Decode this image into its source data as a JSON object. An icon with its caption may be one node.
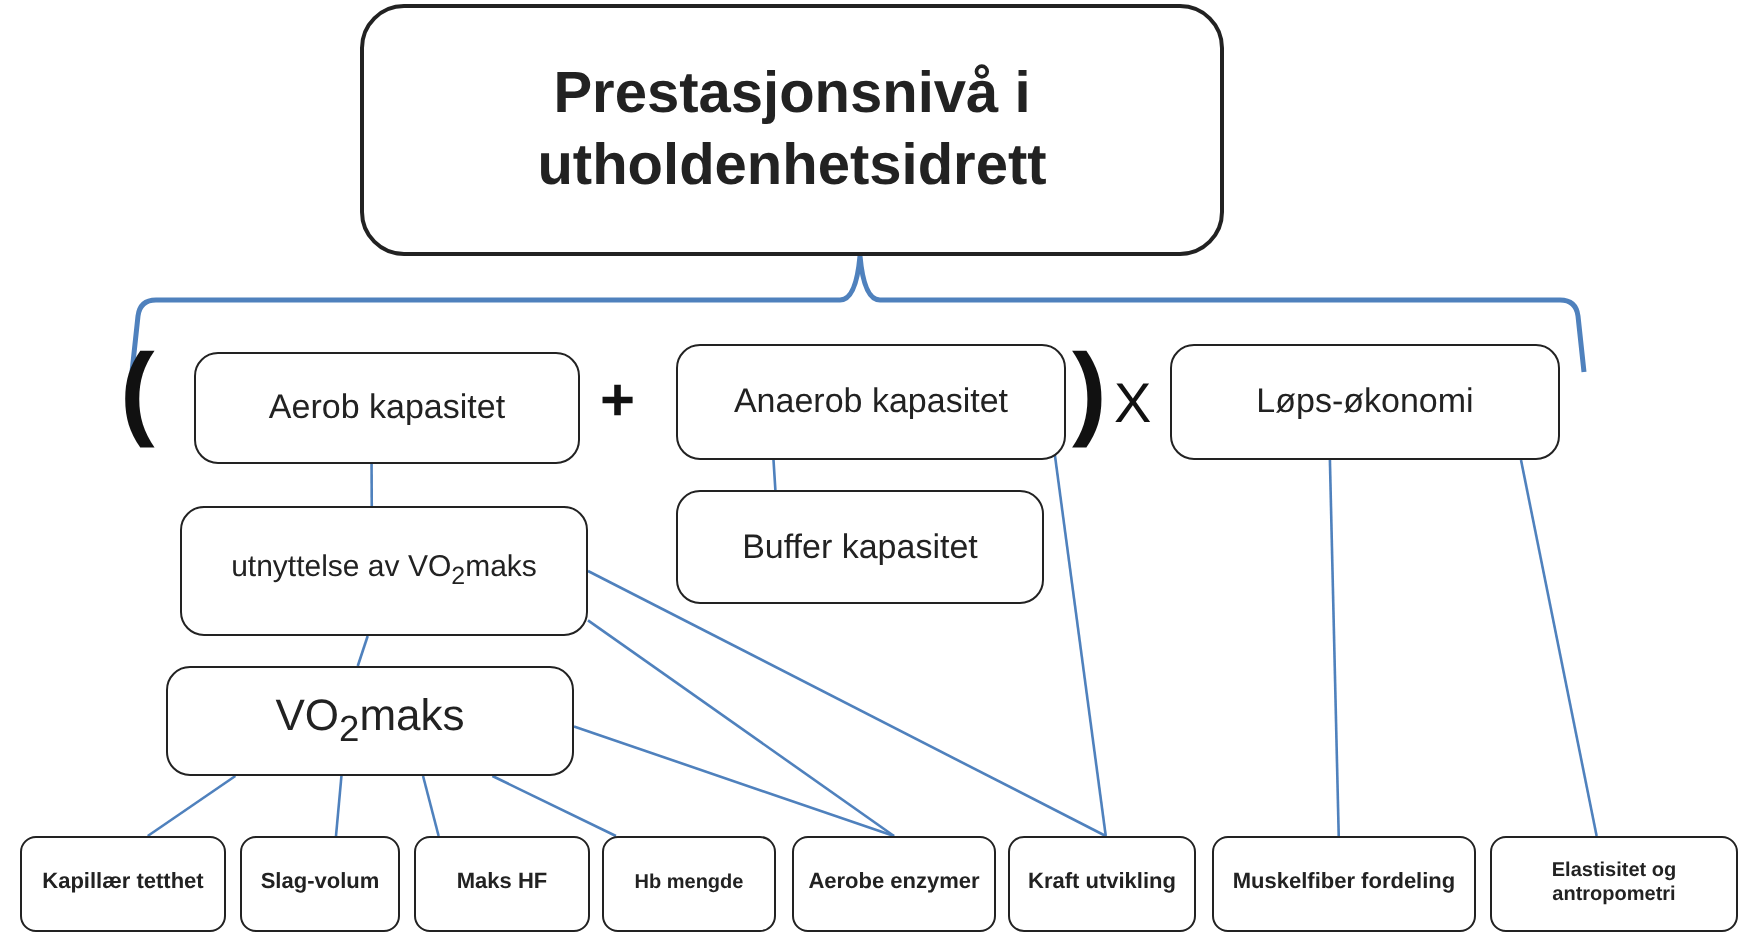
{
  "diagram": {
    "nodes": [
      {
        "text": [
          "Prestasjonsnivå i utholdenhetsidrett"
        ]
      },
      {
        "text": [
          "Aerob kapasitet"
        ]
      },
      {
        "text": [
          "Anaerob kapasitet"
        ]
      },
      {
        "text": [
          "Løps-økonomi"
        ]
      },
      {
        "text": [
          "utnyttelse av VO$_{2}$maks"
        ]
      },
      {
        "text": [
          "Buffer kapasitet"
        ]
      },
      {
        "text": [
          "VO$_{2}$maks"
        ]
      },
      {
        "text": [
          "Kapillær tetthet"
        ]
      },
      {
        "text": [
          "Slag-volum"
        ]
      },
      {
        "text": [
          "Maks HF"
        ]
      },
      {
        "text": [
          "Hb mengde"
        ]
      },
      {
        "text": [
          "Aerobe enzymer"
        ]
      },
      {
        "text": [
          "Kraft utvikling"
        ]
      },
      {
        "text": [
          "Muskelfiber fordeling"
        ]
      },
      {
        "text": [
          "Elastisitet og antropometri"
        ]
      }
    ],
    "edges": [
      {
        "from": 1,
        "to": 4,
        "arrow": "none"
      },
      {
        "from": 4,
        "to": 6,
        "arrow": "none"
      },
      {
        "from": 2,
        "to": 5,
        "arrow": "none"
      },
      {
        "from": 2,
        "to": 12,
        "arrow": "none"
      },
      {
        "from": 4,
        "to": 12,
        "arrow": "none"
      },
      {
        "from": 4,
        "to": 11,
        "arrow": "none"
      },
      {
        "from": 6,
        "to": 11,
        "arrow": "none"
      },
      {
        "from": 6,
        "to": 7,
        "arrow": "none"
      },
      {
        "from": 6,
        "to": 8,
        "arrow": "none"
      },
      {
        "from": 6,
        "to": 9,
        "arrow": "none"
      },
      {
        "from": 6,
        "to": 10,
        "arrow": "none"
      },
      {
        "from": 3,
        "to": 13,
        "arrow": "none"
      },
      {
        "from": 3,
        "to": 14,
        "arrow": "none"
      }
    ],
    "labels": [
      "(",
      "+",
      ")",
      "X"
    ]
  }
}
